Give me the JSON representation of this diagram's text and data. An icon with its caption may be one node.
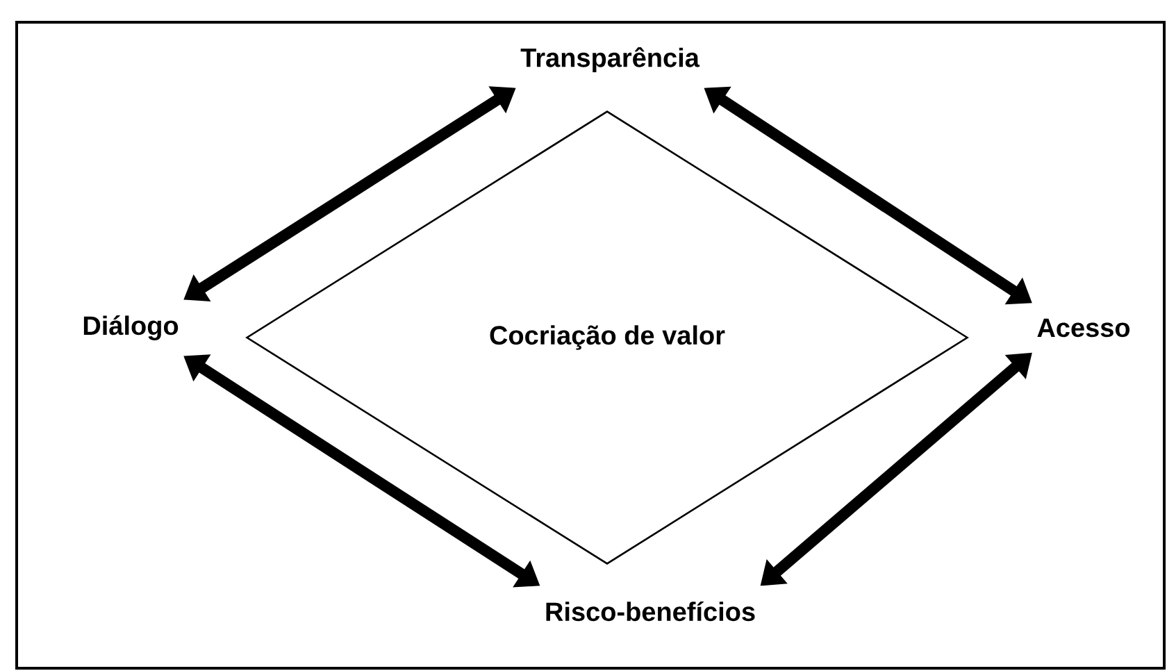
{
  "diagram": {
    "nodes": [
      {
        "text": [
          "Transparência"
        ]
      },
      {
        "text": [
          "Diálogo"
        ]
      },
      {
        "text": [
          "Cocriação de valor"
        ]
      },
      {
        "text": [
          "Acesso"
        ]
      },
      {
        "text": [
          "Risco-benefícios"
        ]
      }
    ],
    "edges": [
      {
        "from": 1,
        "to": 0,
        "arrow": "both"
      },
      {
        "from": 0,
        "to": 3,
        "arrow": "both"
      },
      {
        "from": 1,
        "to": 4,
        "arrow": "both"
      },
      {
        "from": 4,
        "to": 3,
        "arrow": "both"
      }
    ]
  }
}
